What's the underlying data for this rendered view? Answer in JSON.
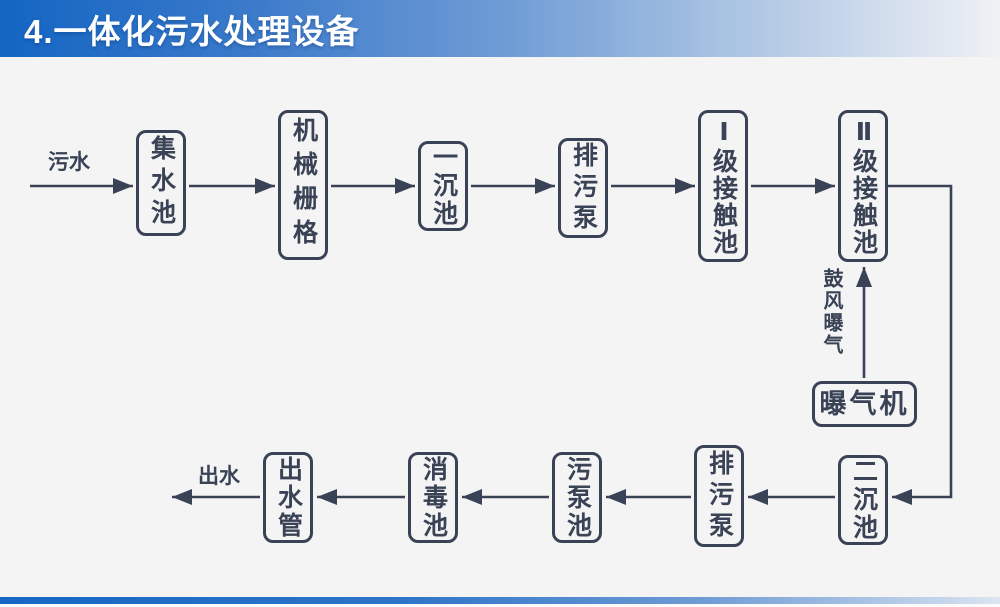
{
  "slide": {
    "title": "4.一体化污水处理设备"
  },
  "flowchart": {
    "inflow_label": "污水",
    "outflow_label": "出水",
    "aeration_label": "鼓风曝气",
    "nodes": [
      {
        "id": "collecting-tank",
        "label": "集水池"
      },
      {
        "id": "mechanical-grid",
        "label": "机械栅格"
      },
      {
        "id": "primary-sedimentation",
        "label": "一沉池"
      },
      {
        "id": "sewage-pump-1",
        "label": "排污泵"
      },
      {
        "id": "stage1-contact-tank",
        "label": "Ⅰ级接触池"
      },
      {
        "id": "stage2-contact-tank",
        "label": "Ⅱ级接触池"
      },
      {
        "id": "aerator",
        "label": "曝气机"
      },
      {
        "id": "secondary-sedimentation",
        "label": "二沉池"
      },
      {
        "id": "sewage-pump-2",
        "label": "排污泵"
      },
      {
        "id": "sludge-pump-tank",
        "label": "污泵池"
      },
      {
        "id": "disinfection-tank",
        "label": "消毒池"
      },
      {
        "id": "outlet-pipe",
        "label": "出水管"
      }
    ],
    "colors": {
      "ink": "#3A4356",
      "header_blue": "#1365C3",
      "background": "#F4F4F5"
    }
  }
}
